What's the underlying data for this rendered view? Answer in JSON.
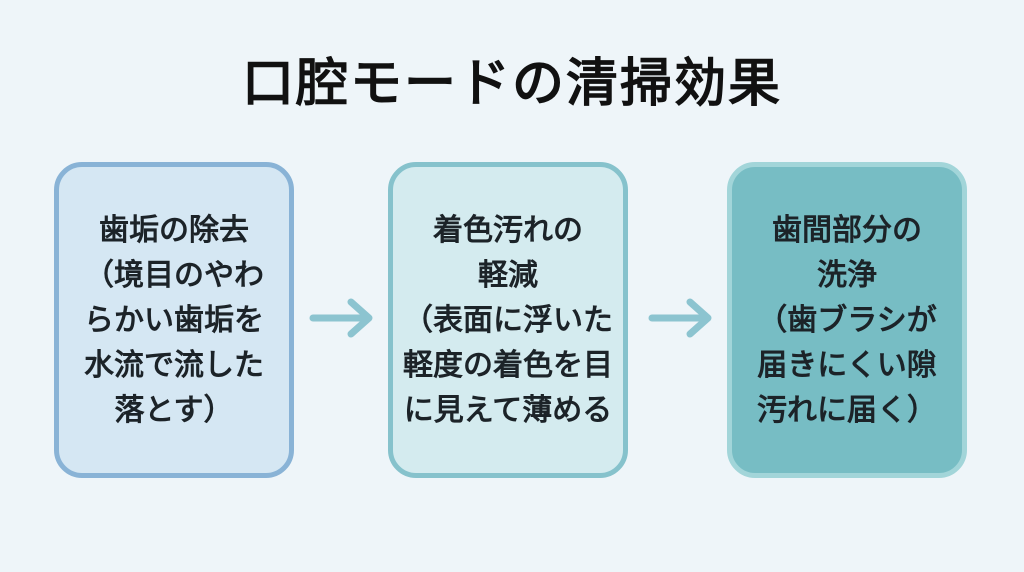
{
  "title": "口腔モードの清掃効果",
  "colors": {
    "background": "#eef5f9",
    "box1_fill": "#d5e7f3",
    "box1_border": "#89b3d6",
    "box2_fill": "#d4ebef",
    "box2_border": "#86c2cc",
    "box3_fill": "#77bdc4",
    "box3_border": "#a2d5d9",
    "arrow": "#8cc4d0"
  },
  "steps": [
    {
      "heading_lines": [
        "歯垢の除去"
      ],
      "detail_lines": [
        "（境目のやわ",
        "らかい歯垢を",
        "水流で流した",
        "落とす）"
      ]
    },
    {
      "heading_lines": [
        "着色汚れの",
        "軽減"
      ],
      "detail_lines": [
        "（表面に浮いた",
        "軽度の着色を目",
        "に見えて薄める"
      ]
    },
    {
      "heading_lines": [
        "歯間部分の",
        "洗浄"
      ],
      "detail_lines": [
        "（歯ブラシが",
        "届きにくい隙",
        "汚れに届く）"
      ]
    }
  ],
  "arrows": [
    {
      "icon": "arrow-right-icon"
    },
    {
      "icon": "arrow-right-icon"
    }
  ]
}
